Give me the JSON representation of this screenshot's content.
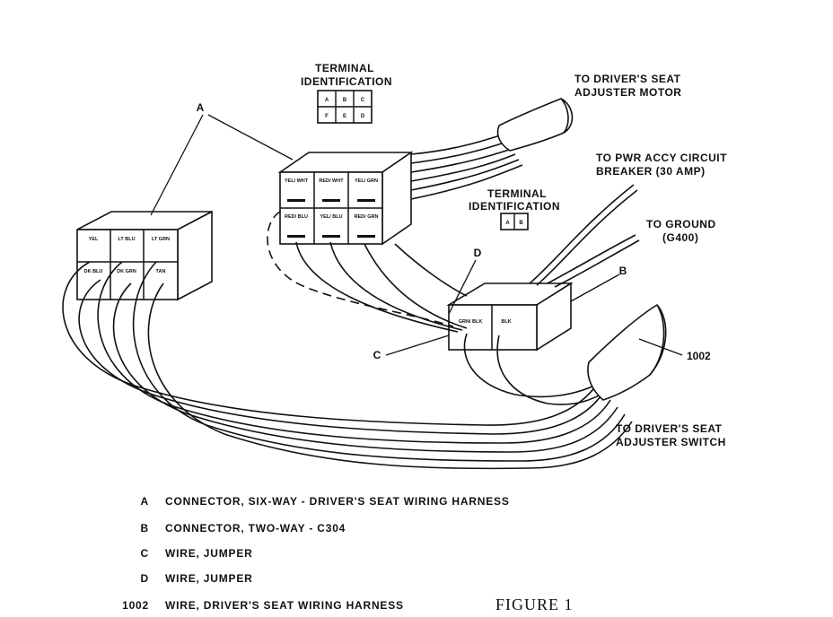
{
  "terminal_id_top": {
    "line1": "TERMINAL",
    "line2": "IDENTIFICATION",
    "grid": [
      "A",
      "B",
      "C",
      "F",
      "E",
      "D"
    ]
  },
  "terminal_id_mid": {
    "line1": "TERMINAL",
    "line2": "IDENTIFICATION",
    "grid": [
      "A",
      "B"
    ]
  },
  "callouts": {
    "motor_1": "TO DRIVER'S SEAT",
    "motor_2": "ADJUSTER MOTOR",
    "pwr_1": "TO PWR ACCY CIRCUIT",
    "pwr_2": "BREAKER (30 AMP)",
    "gnd_1": "TO GROUND",
    "gnd_2": "(G400)",
    "switch_1": "TO DRIVER'S SEAT",
    "switch_2": "ADJUSTER SWITCH",
    "a": "A",
    "b": "B",
    "c": "C",
    "d": "D",
    "harness": "1002"
  },
  "center_connector": [
    "YEL/ WHT",
    "RED/ WHT",
    "YEL/ GRN",
    "RED/ BLU",
    "YEL/ BLU",
    "RED/ GRN"
  ],
  "left_connector": [
    "YEL",
    "LT BLU",
    "LT GRN",
    "DK BLU",
    "DK GRN",
    "TAN"
  ],
  "two_way_connector": [
    "GRN/ BLK",
    "BLK"
  ],
  "legend": [
    {
      "key": "A",
      "text": "CONNECTOR, SIX-WAY - DRIVER'S SEAT WIRING HARNESS"
    },
    {
      "key": "B",
      "text": "CONNECTOR, TWO-WAY - C304"
    },
    {
      "key": "C",
      "text": "WIRE, JUMPER"
    },
    {
      "key": "D",
      "text": "WIRE, JUMPER"
    },
    {
      "key": "1002",
      "text": "WIRE, DRIVER'S SEAT WIRING HARNESS"
    }
  ],
  "figure_label": "FIGURE 1"
}
